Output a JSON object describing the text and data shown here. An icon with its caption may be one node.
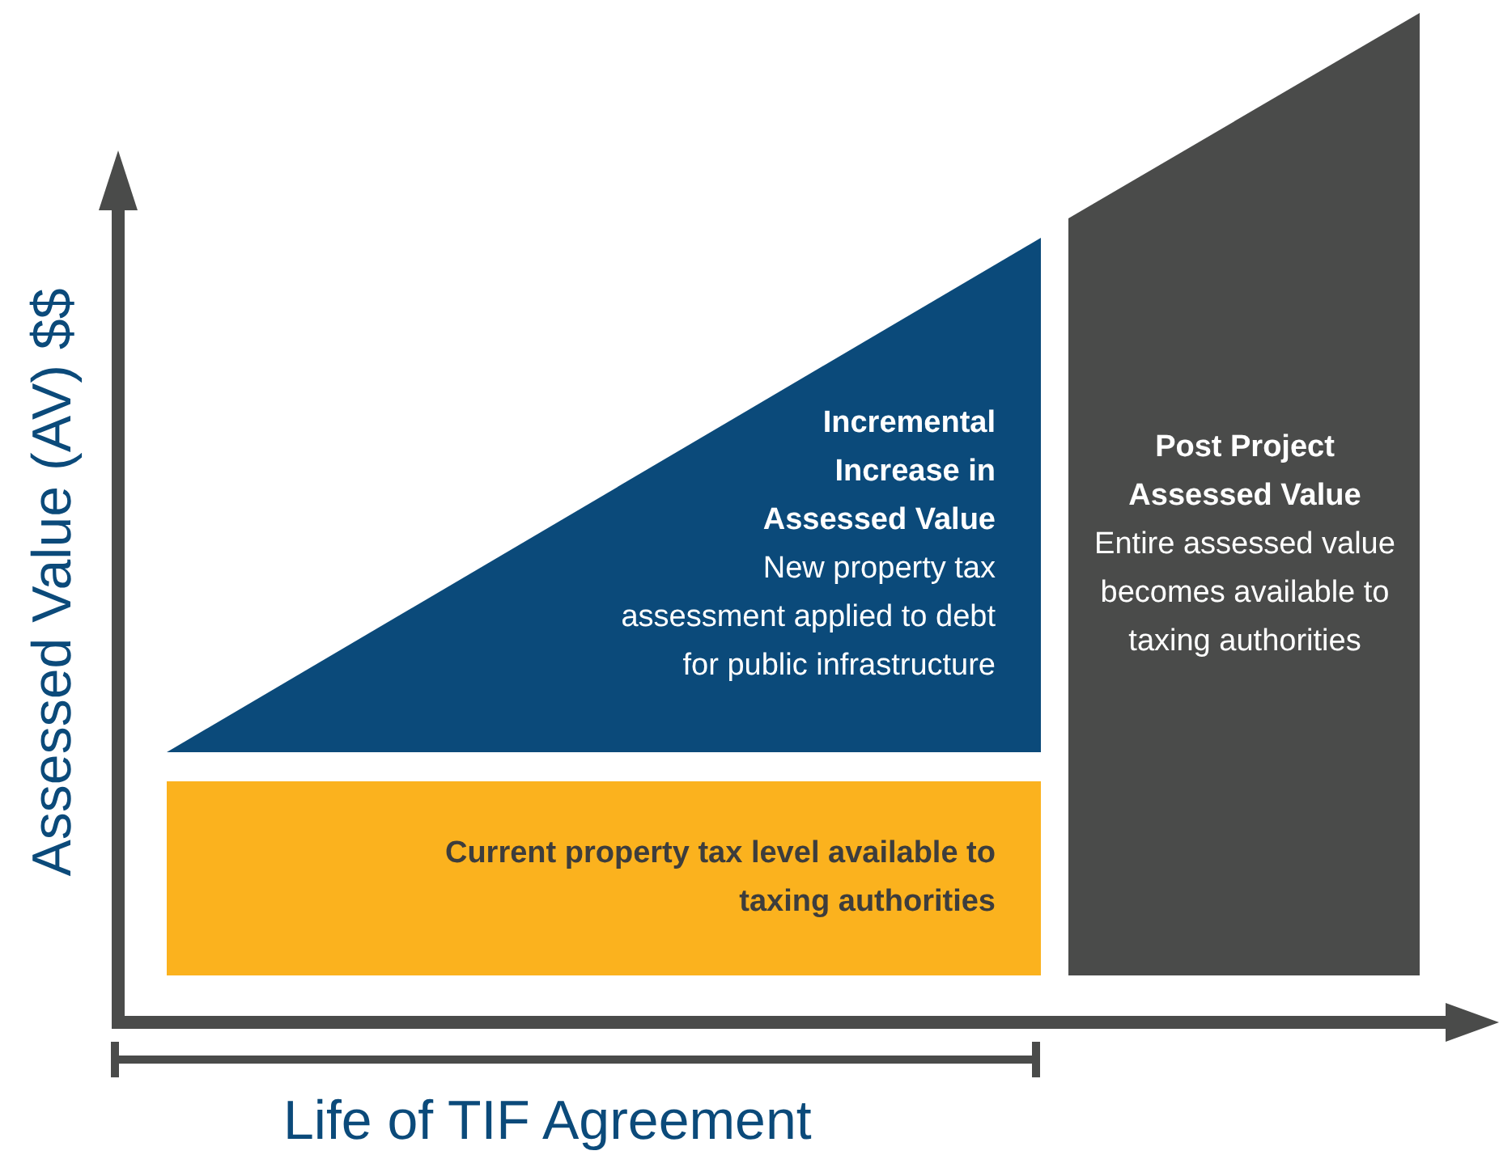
{
  "diagram": {
    "nodes": [
      {
        "text": [
          "Incremental Increase in Assessed Value",
          "New property tax assessment applied to debt for public infrastructure"
        ]
      },
      {
        "text": [
          "Current property tax level available to taxing authorities"
        ]
      },
      {
        "text": [
          "Post Project Assessed Value",
          "Entire assessed value becomes available to taxing authorities"
        ]
      }
    ],
    "labels": [
      "Assessed Value (AV) $$",
      "Life of TIF Agreement"
    ]
  }
}
